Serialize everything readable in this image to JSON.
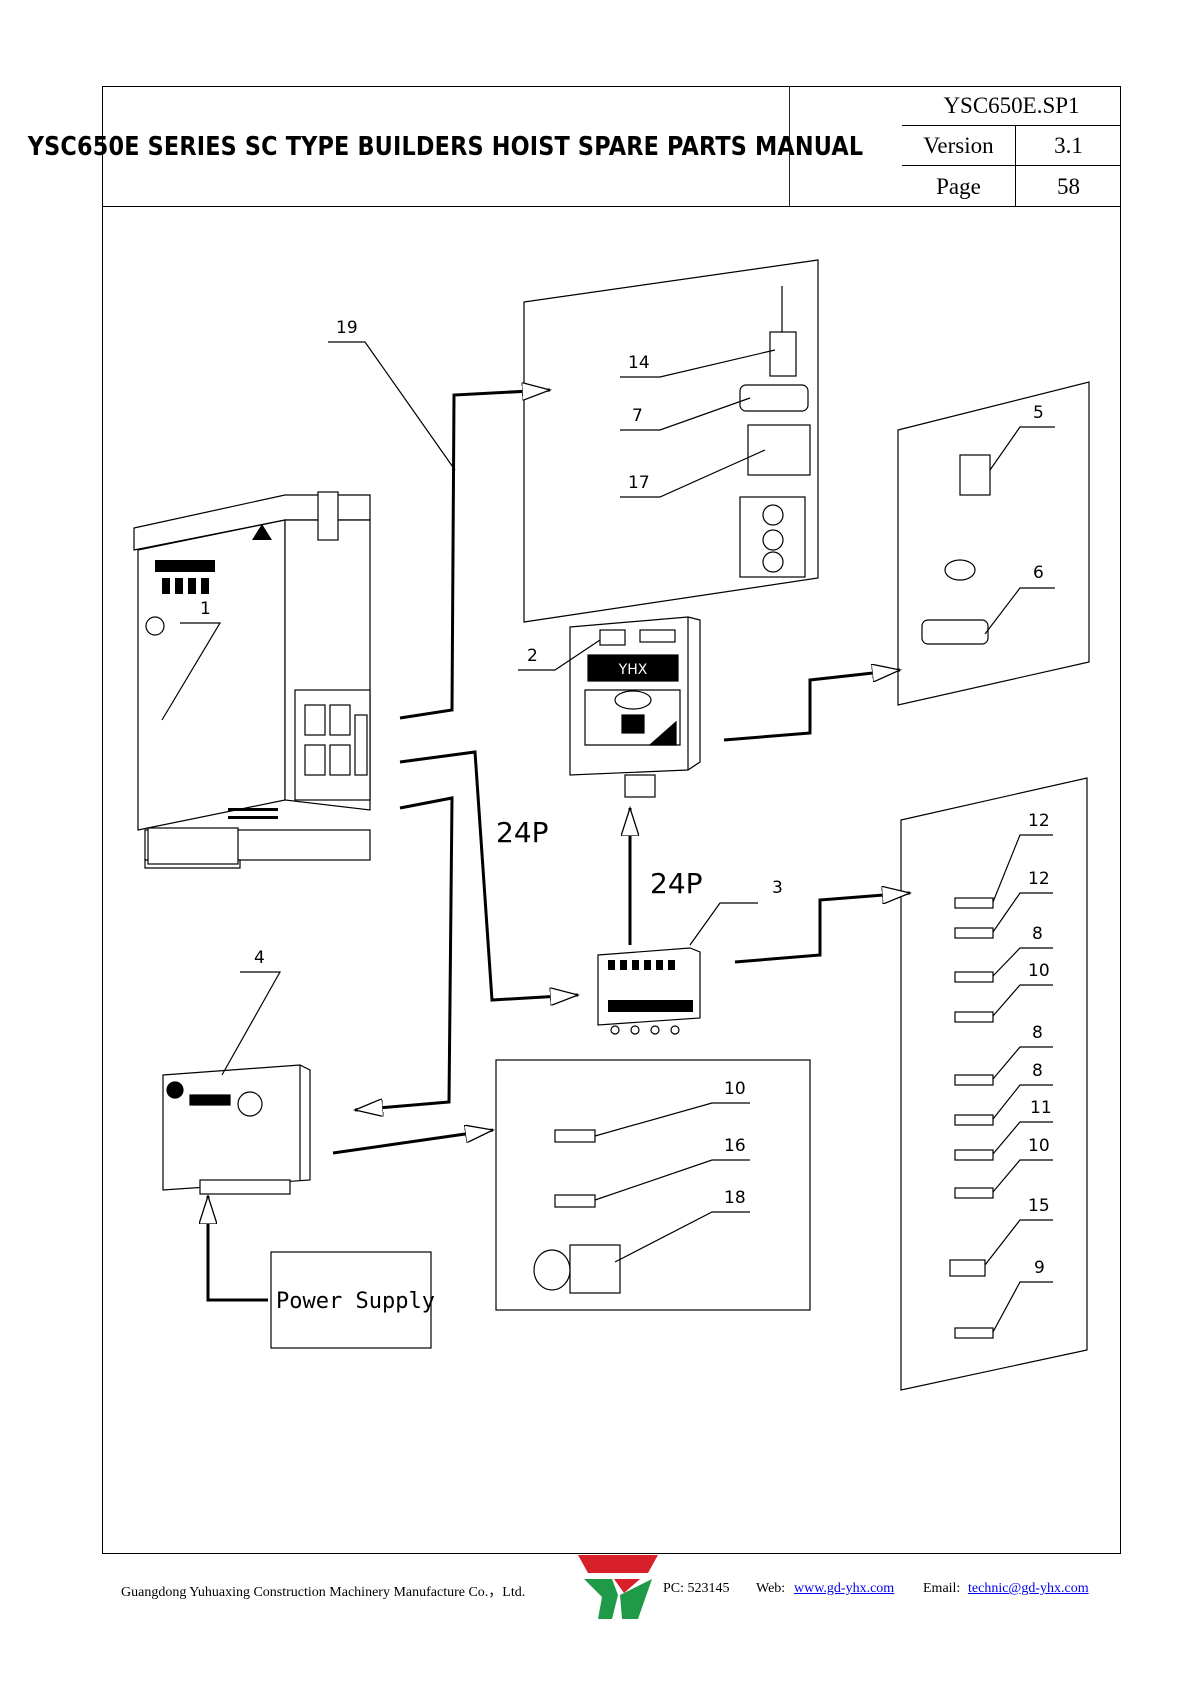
{
  "header": {
    "title": "YSC650E SERIES SC TYPE BUILDERS HOIST SPARE PARTS MANUAL",
    "doc_code": "YSC650E.SP1",
    "version_label": "Version",
    "version_value": "3.1",
    "page_label": "Page",
    "page_value": "58"
  },
  "drawing": {
    "callouts": {
      "c19": "19",
      "c14": "14",
      "c7": "7",
      "c17": "17",
      "c5": "5",
      "c6": "6",
      "c1": "1",
      "c2": "2",
      "c3": "3",
      "c4": "4",
      "r12a": "12",
      "r12b": "12",
      "r8a": "8",
      "r10a": "10",
      "r8b": "8",
      "r8c": "8",
      "r11": "11",
      "r10b": "10",
      "r15": "15",
      "r9": "9",
      "m10": "10",
      "m16": "16",
      "m18": "18"
    },
    "wire_label_1": "24P",
    "wire_label_2": "24P",
    "power_supply": "Power Supply",
    "panel_brand": "YHX"
  },
  "footer": {
    "company": "Guangdong Yuhuaxing Construction Machinery Manufacture Co.，Ltd.",
    "pc": "PC: 523145",
    "web_label": "Web:",
    "web_url": "www.gd-yhx.com",
    "email_label": "Email:",
    "email": "technic@gd-yhx.com"
  },
  "colors": {
    "logo_red": "#d7202a",
    "logo_green": "#1f9a48"
  }
}
